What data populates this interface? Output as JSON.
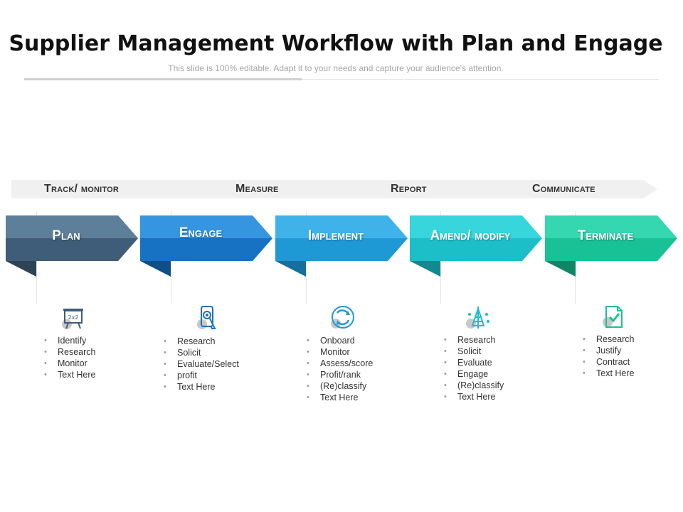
{
  "title": "Supplier Management Workflow with Plan and Engage",
  "subtitle": "This slide is 100% editable. Adapt it to your needs and capture your audience’s attention.",
  "stages": [
    {
      "label": "Track/ monitor"
    },
    {
      "label": "Measure"
    },
    {
      "label": "Report"
    },
    {
      "label": "Communicate"
    }
  ],
  "steps": [
    {
      "label": "Plan",
      "color": "#5d7f9a",
      "icon": "strategy-board-icon",
      "items": [
        "Identify",
        "Research",
        "Monitor",
        "Text Here"
      ]
    },
    {
      "label": "Engage",
      "color": "#1f7fd1",
      "icon": "mobile-touch-icon",
      "items": [
        "Research",
        "Solicit",
        "Evaluate/Select",
        "profit",
        "Text Here"
      ]
    },
    {
      "label": "Implement",
      "color": "#2aa3e0",
      "icon": "cycle-arrows-icon",
      "items": [
        "Onboard",
        "Monitor",
        "Assess/score",
        "Profit/rank",
        "(Re)classify",
        "Text Here"
      ]
    },
    {
      "label": "Amend/ modify",
      "color": "#1fcbd3",
      "icon": "network-tower-icon",
      "items": [
        "Research",
        "Solicit",
        "Evaluate",
        "Engage",
        "(Re)classify",
        "Text Here"
      ]
    },
    {
      "label": "Terminate",
      "color": "#1cc7a0",
      "icon": "document-check-icon",
      "items": [
        "Research",
        "Justify",
        "Contract",
        "Text Here"
      ]
    }
  ]
}
